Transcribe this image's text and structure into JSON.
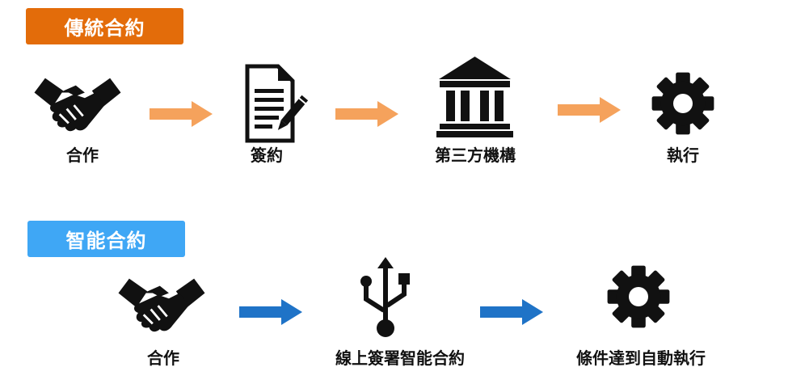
{
  "traditional": {
    "title": "傳統合約",
    "badge_color": "#e36c0a",
    "arrow_color": "#f5a25c",
    "steps": [
      {
        "label": "合作",
        "icon": "handshake-icon"
      },
      {
        "label": "簽約",
        "icon": "document-pen-icon"
      },
      {
        "label": "第三方機構",
        "icon": "bank-building-icon"
      },
      {
        "label": "執行",
        "icon": "gear-icon"
      }
    ]
  },
  "smart": {
    "title": "智能合約",
    "badge_color": "#3fa7f5",
    "arrow_color": "#1f73c7",
    "steps": [
      {
        "label": "合作",
        "icon": "handshake-icon"
      },
      {
        "label": "線上簽署智能合約",
        "icon": "usb-icon"
      },
      {
        "label": "條件達到自動執行",
        "icon": "gear-icon"
      }
    ]
  }
}
